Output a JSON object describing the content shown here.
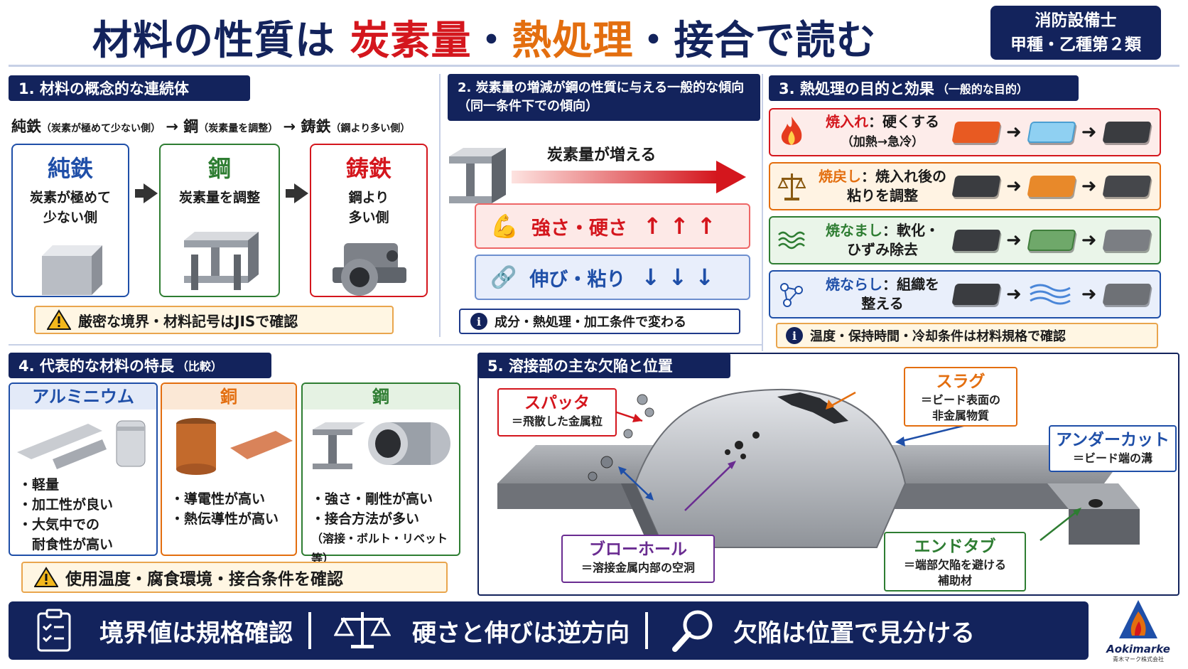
{
  "header": {
    "title_part1": "材料の性質は",
    "title_part2": "炭素量",
    "title_sep1": "・",
    "title_part3": "熱処理",
    "title_sep2": "・",
    "title_part4": "接合で読む",
    "exam_line1": "消防設備士",
    "exam_line2": "甲種・乙種第２類"
  },
  "s1": {
    "heading": "1. 材料の概念的な連続体",
    "flow_a": "純鉄",
    "flow_a_note": "（炭素が極めて少ない側）",
    "flow_arrow": "→",
    "flow_b": "鋼",
    "flow_b_note": "（炭素量を調整）",
    "flow_c": "鋳鉄",
    "flow_c_note": "（鋼より多い側）",
    "cards": [
      {
        "name": "純鉄",
        "desc1": "炭素が極めて",
        "desc2": "少ない側"
      },
      {
        "name": "鋼",
        "desc1": "炭素量を調整",
        "desc2": ""
      },
      {
        "name": "鋳鉄",
        "desc1": "鋼より",
        "desc2": "多い側"
      }
    ],
    "note": "厳密な境界・材料記号はJISで確認"
  },
  "s2": {
    "heading1": "2. 炭素量の増減が鋼の性質に与える一般的な傾向",
    "heading2": "（同一条件下での傾向）",
    "arrow_label": "炭素量が増える",
    "up_label": "強さ・硬さ",
    "up_arrows": "↑ ↑ ↑",
    "down_label": "伸び・粘り",
    "down_arrows": "↓ ↓ ↓",
    "note": "成分・熱処理・加工条件で変わる"
  },
  "s3": {
    "heading": "3. 熱処理の目的と効果",
    "heading_small": "（一般的な目的）",
    "items": [
      {
        "name": "焼入れ",
        "sep": "：",
        "effect": "硬くする",
        "line2": "（加熱→急冷）"
      },
      {
        "name": "焼戻し",
        "sep": "：",
        "effect": "焼入れ後の",
        "line2": "粘りを調整"
      },
      {
        "name": "焼なまし",
        "sep": "：",
        "effect": "軟化・",
        "line2": "ひずみ除去"
      },
      {
        "name": "焼ならし",
        "sep": "：",
        "effect": "組織を",
        "line2": "整える"
      }
    ],
    "arrow": "➜",
    "note": "温度・保持時間・冷却条件は材料規格で確認"
  },
  "s4": {
    "heading": "4. 代表的な材料の特長",
    "heading_small": "（比較）",
    "materials": [
      {
        "name": "アルミニウム",
        "points": [
          "・軽量",
          "・加工性が良い",
          "・大気中での",
          "　耐食性が高い"
        ]
      },
      {
        "name": "銅",
        "points": [
          "・導電性が高い",
          "・熱伝導性が高い"
        ]
      },
      {
        "name": "鋼",
        "points": [
          "・強さ・剛性が高い",
          "・接合方法が多い",
          "（溶接・ボルト・リベット等）"
        ]
      }
    ],
    "note": "使用温度・腐食環境・接合条件を確認"
  },
  "s5": {
    "heading": "5. 溶接部の主な欠陥と位置",
    "labels": {
      "spatter": {
        "name": "スパッタ",
        "desc": "＝飛散した金属粒"
      },
      "slag": {
        "name": "スラグ",
        "desc1": "＝ビード表面の",
        "desc2": "非金属物質"
      },
      "undercut": {
        "name": "アンダーカット",
        "desc": "＝ビード端の溝"
      },
      "blowhole": {
        "name": "ブローホール",
        "desc": "＝溶接金属内部の空洞"
      },
      "endtab": {
        "name": "エンドタブ",
        "desc1": "＝端部欠陥を避ける",
        "desc2": "補助材"
      }
    }
  },
  "footer": {
    "item1": "境界値は規格確認",
    "item2": "硬さと伸びは逆方向",
    "item3": "欠陥は位置で見分ける"
  },
  "logo": {
    "name": "Aokimarke",
    "sub": "青木マーク株式会社"
  },
  "colors": {
    "navy": "#13235c",
    "red": "#d4161d",
    "orange": "#e36e0f",
    "green": "#2e7d32",
    "blue": "#1f4fa8",
    "purple": "#6a2c91"
  }
}
